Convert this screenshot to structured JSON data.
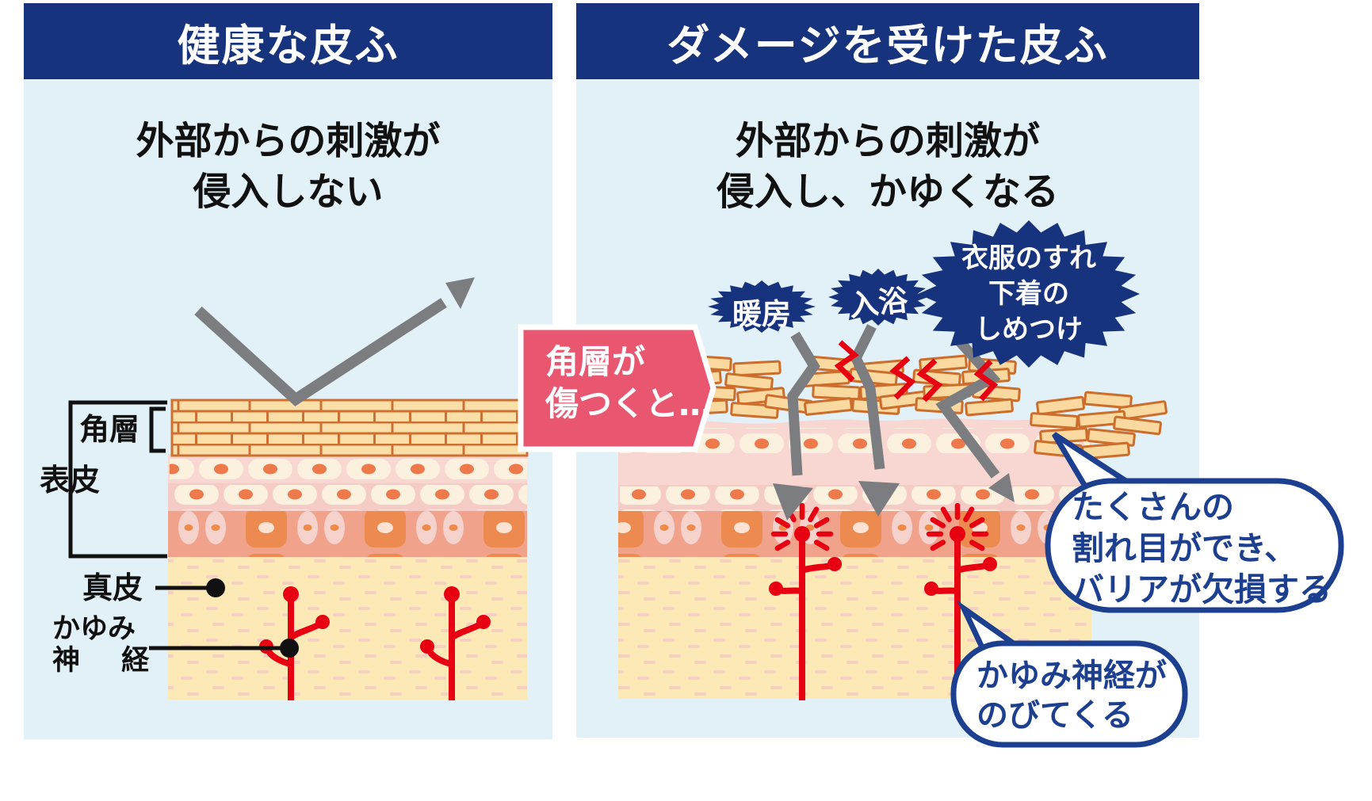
{
  "colors": {
    "brand_blue": "#17337d",
    "bubble_blue": "#1c3f90",
    "panel_bg": "#e2f1f8",
    "accent_pink": "#e8566f",
    "nerve_red": "#e60012",
    "arrow_gray": "#7c7d80",
    "brick_fill": "#fbdfa9",
    "brick_line": "#cf7033",
    "dermis_yellow": "#fce9b6"
  },
  "left_panel": {
    "title": "健康な皮ふ",
    "subtitle_line1": "外部からの刺激が",
    "subtitle_line2": "侵入しない",
    "labels": {
      "stratum_corneum": "角層",
      "epidermis": "表皮",
      "dermis": "真皮",
      "itch_nerve_line1": "かゆみ",
      "itch_nerve_line2": "神 経"
    }
  },
  "center": {
    "arrow_line1": "角層が",
    "arrow_line2": "傷つくと…"
  },
  "right_panel": {
    "title": "ダメージを受けた皮ふ",
    "subtitle_line1": "外部からの刺激が",
    "subtitle_line2": "侵入し、かゆくなる",
    "stimuli": [
      {
        "label": "暖房"
      },
      {
        "label": "入浴"
      },
      {
        "label_line1": "衣服のすれ",
        "label_line2": "下着の",
        "label_line3": "しめつけ"
      }
    ],
    "callout_cracks": {
      "line1": "たくさんの",
      "line2": "割れ目ができ、",
      "line3": "バリアが欠損する"
    },
    "callout_nerve": {
      "line1": "かゆみ神経が",
      "line2": "のびてくる"
    }
  }
}
